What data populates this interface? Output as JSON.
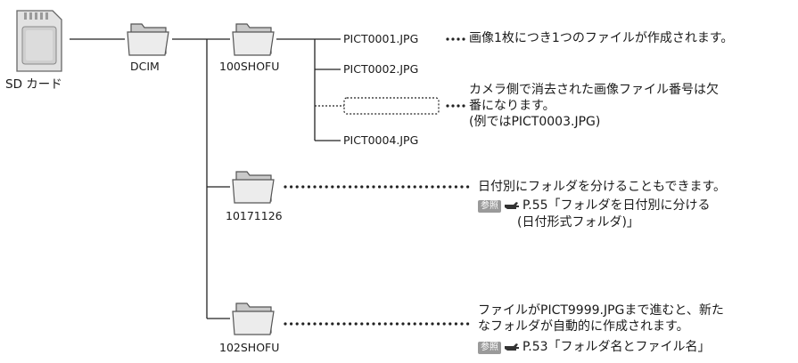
{
  "card": {
    "label": "SD カード",
    "icon": "sd-card-icon"
  },
  "folders": {
    "dcim": {
      "label": "DCIM",
      "icon": "folder-icon"
    },
    "f100": {
      "label": "100SHOFU",
      "icon": "folder-icon"
    },
    "f101": {
      "label": "10171126",
      "icon": "folder-icon"
    },
    "f102": {
      "label": "102SHOFU",
      "icon": "folder-icon"
    }
  },
  "files": [
    "PICT0001.JPG",
    "PICT0002.JPG",
    "PICT0004.JPG"
  ],
  "notes": {
    "one_file": "画像1枚につき1つのファイルが作成されます。",
    "deleted_line1": "カメラ側で消去された画像ファイル番号は欠",
    "deleted_line2": "番になります。",
    "deleted_line3": "(例ではPICT0003.JPG)",
    "date_folder": "日付別にフォルダを分けることもできます。",
    "date_ref_badge": "参照",
    "date_ref_line1": "P.55「フォルダを日付別に分ける",
    "date_ref_line2": "(日付形式フォルダ)」",
    "new_folder_line1": "ファイルがPICT9999.JPGまで進むと、新た",
    "new_folder_line2": "なフォルダが自動的に作成されます。",
    "names_ref_badge": "参照",
    "names_ref_text": "P.53「フォルダ名とファイル名」"
  }
}
